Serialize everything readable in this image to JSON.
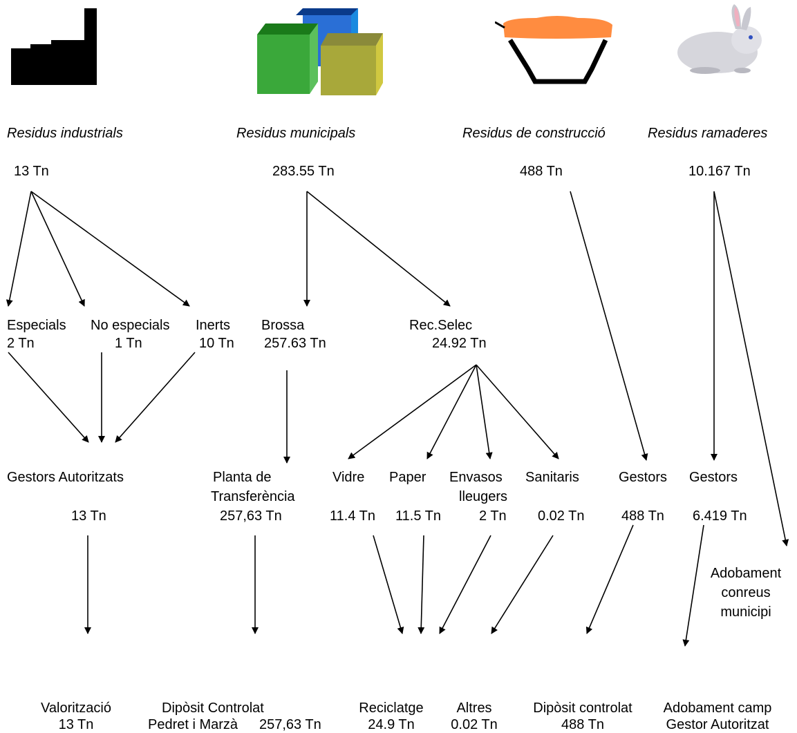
{
  "icons": {
    "industrial": "factory-icon",
    "municipal": "cubes-icon",
    "construction": "bowl-icon",
    "livestock": "rabbit-icon"
  },
  "colors": {
    "factory": "#000000",
    "cube_green": "#3aa83a",
    "cube_blue": "#2a6fd6",
    "cube_olive": "#a8a83a",
    "bowl_lid": "#ff8c40",
    "rabbit": "#d6d6dc"
  },
  "categories": {
    "industrial": "Residus industrials",
    "municipal": "Residus municipals",
    "construction": "Residus de construcció",
    "livestock": "Residus ramaderes"
  },
  "totals": {
    "industrial": "13 Tn",
    "municipal": "283.55 Tn",
    "construction": "488 Tn",
    "livestock": "10.167 Tn"
  },
  "level2": {
    "especials": {
      "label": "Especials",
      "value": "2 Tn"
    },
    "no_especials": {
      "label": "No especials",
      "value": "1 Tn"
    },
    "inerts": {
      "label": "Inerts",
      "value": "10 Tn"
    },
    "brossa": {
      "label": "Brossa",
      "value": "257.63 Tn"
    },
    "rec_selec": {
      "label": "Rec.Selec",
      "value": "24.92 Tn"
    }
  },
  "level3": {
    "gestors_autoritzats": {
      "label": "Gestors Autoritzats",
      "value": "13 Tn"
    },
    "planta": {
      "line1": "Planta de",
      "line2": "Transferència",
      "value": "257,63 Tn"
    },
    "vidre": {
      "label": "Vidre",
      "value": "11.4 Tn"
    },
    "paper": {
      "label": "Paper",
      "value": "11.5 Tn"
    },
    "envasos": {
      "line1": "Envasos",
      "line2": "lleugers",
      "value": "2 Tn"
    },
    "sanitaris": {
      "label": "Sanitaris",
      "value": "0.02 Tn"
    },
    "gestors_construccio": {
      "label": "Gestors",
      "value": "488 Tn"
    },
    "gestors_ramaderes": {
      "label": "Gestors",
      "value": "6.419 Tn"
    }
  },
  "adobament_conreus": {
    "line1": "Adobament",
    "line2": "conreus",
    "line3": "municipi"
  },
  "destinations": {
    "valoritzacio": {
      "label": "Valorització",
      "value": "13 Tn"
    },
    "diposit_controlat": {
      "label": "Dipòsit Controlat",
      "detail": "Pedret i Marzà",
      "value": "257,63 Tn"
    },
    "reciclatge": {
      "label": "Reciclatge",
      "value": "24.9 Tn"
    },
    "altres": {
      "label": "Altres",
      "value": "0.02 Tn"
    },
    "diposit_controlat_2": {
      "label": "Dipòsit controlat",
      "value": "488 Tn"
    },
    "adobament_camp": {
      "label": "Adobament camp",
      "detail": "Gestor Autoritzat"
    }
  }
}
